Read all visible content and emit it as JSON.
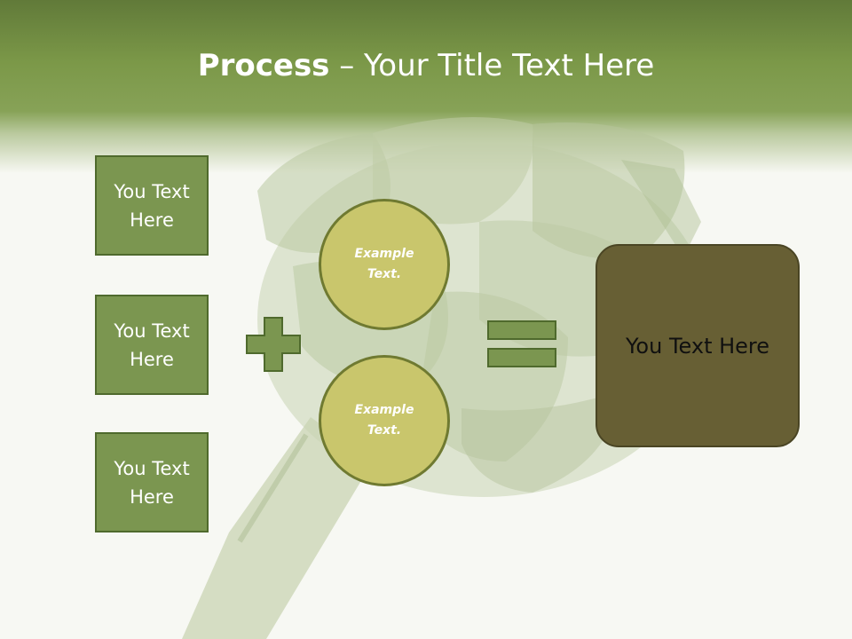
{
  "title": {
    "bold": "Process",
    "rest": " – Your Title Text Here"
  },
  "side_boxes": [
    {
      "text": "You Text\nHere"
    },
    {
      "text": "You Text\nHere"
    },
    {
      "text": "You Text\nHere"
    }
  ],
  "circles": [
    {
      "text": "Example\nText."
    },
    {
      "text": "Example\nText."
    }
  ],
  "result_box": {
    "text": "You Text Here"
  },
  "colors": {
    "header": "#7b9848",
    "box_fill": "#7b9650",
    "circle_fill": "#c9c66c",
    "result_fill": "#675f34",
    "operator_fill": "#7b9650"
  },
  "icons": {
    "plus": "plus-icon",
    "equals": "equals-icon"
  }
}
